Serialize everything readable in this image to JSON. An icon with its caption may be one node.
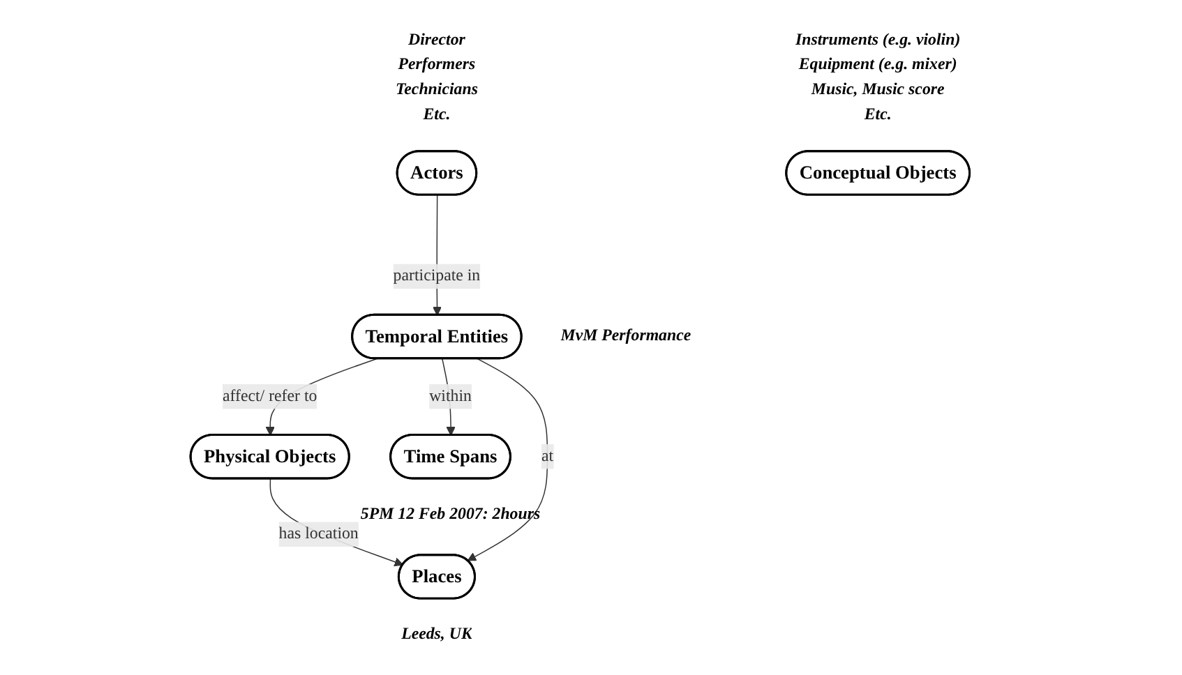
{
  "diagram": {
    "nodes": [
      {
        "text": [
          "Actors"
        ],
        "beside": [
          "Director",
          "Performers",
          "Technicians",
          "Etc."
        ]
      },
      {
        "text": [
          "Conceptual Objects"
        ],
        "beside": [
          "Instruments (e.g. violin)",
          "Equipment (e.g. mixer)",
          "Music, Music score",
          "Etc."
        ]
      },
      {
        "text": [
          "Physical Objects"
        ]
      },
      {
        "text": [
          "Temporal Entities"
        ],
        "beside": [
          "MvM Performance"
        ]
      },
      {
        "text": [
          "Time Spans"
        ],
        "beside": [
          "5PM 12 Feb 2007: 2hours"
        ]
      },
      {
        "text": [
          "Places"
        ],
        "beside": [
          "Leeds, UK"
        ]
      }
    ],
    "edges": [
      {
        "from": 0,
        "to": 3,
        "arrow": "to",
        "label": "participate in"
      },
      {
        "from": 3,
        "to": 2,
        "arrow": "to",
        "label": "affect/ refer to"
      },
      {
        "from": 2,
        "to": 5,
        "arrow": "to",
        "label": "has location"
      },
      {
        "from": 3,
        "to": 4,
        "arrow": "to",
        "label": "within"
      },
      {
        "from": 3,
        "to": 5,
        "arrow": "to",
        "label": "at"
      }
    ]
  }
}
